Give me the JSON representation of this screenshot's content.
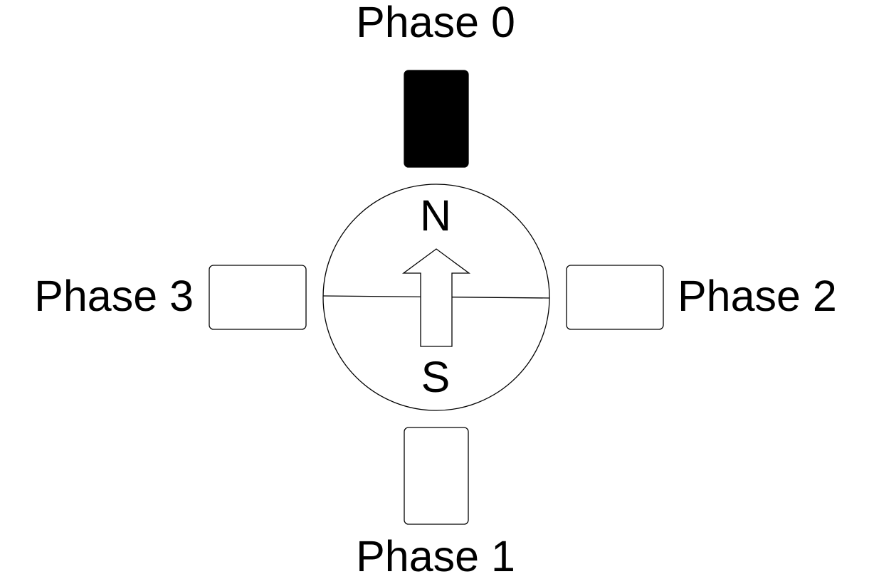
{
  "diagram": {
    "phases": [
      {
        "id": "phase0",
        "label": "Phase 0",
        "energized": true
      },
      {
        "id": "phase1",
        "label": "Phase 1",
        "energized": false
      },
      {
        "id": "phase2",
        "label": "Phase 2",
        "energized": false
      },
      {
        "id": "phase3",
        "label": "Phase 3",
        "energized": false
      }
    ],
    "rotor": {
      "north_label": "N",
      "south_label": "S",
      "arrow_direction": "up"
    },
    "colors": {
      "energized_fill": "#000000",
      "idle_fill": "#ffffff",
      "stroke": "#000000"
    }
  }
}
